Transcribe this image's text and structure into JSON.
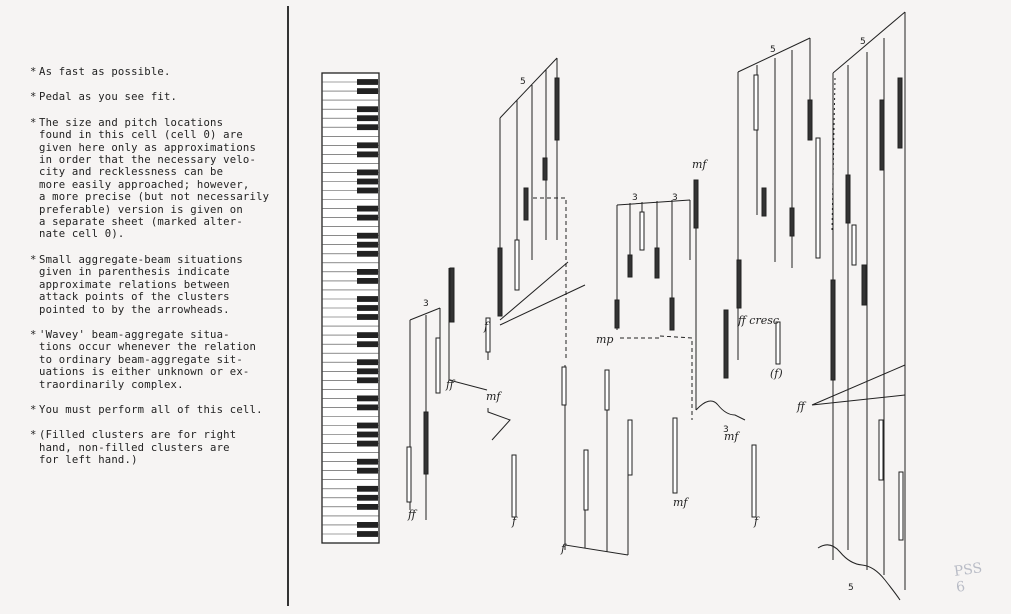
{
  "instructions": [
    {
      "marker": "*",
      "text": "As fast as possible."
    },
    {
      "marker": "*",
      "text": "Pedal as you see fit."
    },
    {
      "marker": "*",
      "text": "The size and pitch locations\nfound in this cell (cell 0) are\ngiven here only as approximations\nin order that the necessary velo-\ncity and recklessness can be\nmore easily approached; however,\na more precise (but not necessarily\npreferable) version is given on\na separate sheet (marked alter-\nnate cell 0)."
    },
    {
      "marker": "*",
      "text": "Small aggregate-beam situations\ngiven in parenthesis indicate\napproximate relations between\nattack points of the clusters\npointed to by the arrowheads."
    },
    {
      "marker": "*",
      "text": "'Wavey' beam-aggregate situa-\ntions occur whenever the relation\nto ordinary beam-aggregate sit-\nuations is either unknown or ex-\ntraordinarily complex."
    },
    {
      "marker": "*",
      "text": "You must perform all of this cell."
    },
    {
      "marker": "*",
      "text": "(Filled clusters are for right\nhand, non-filled clusters are\nfor left hand.)"
    }
  ],
  "dynamics": {
    "ff": "ff",
    "mf": "mf",
    "f": "f",
    "f_paren": "(f)",
    "mp": "mp",
    "ff_cresc": "ff cresc",
    "three": "3",
    "five": "5"
  },
  "page_mark": "PSS\n6"
}
